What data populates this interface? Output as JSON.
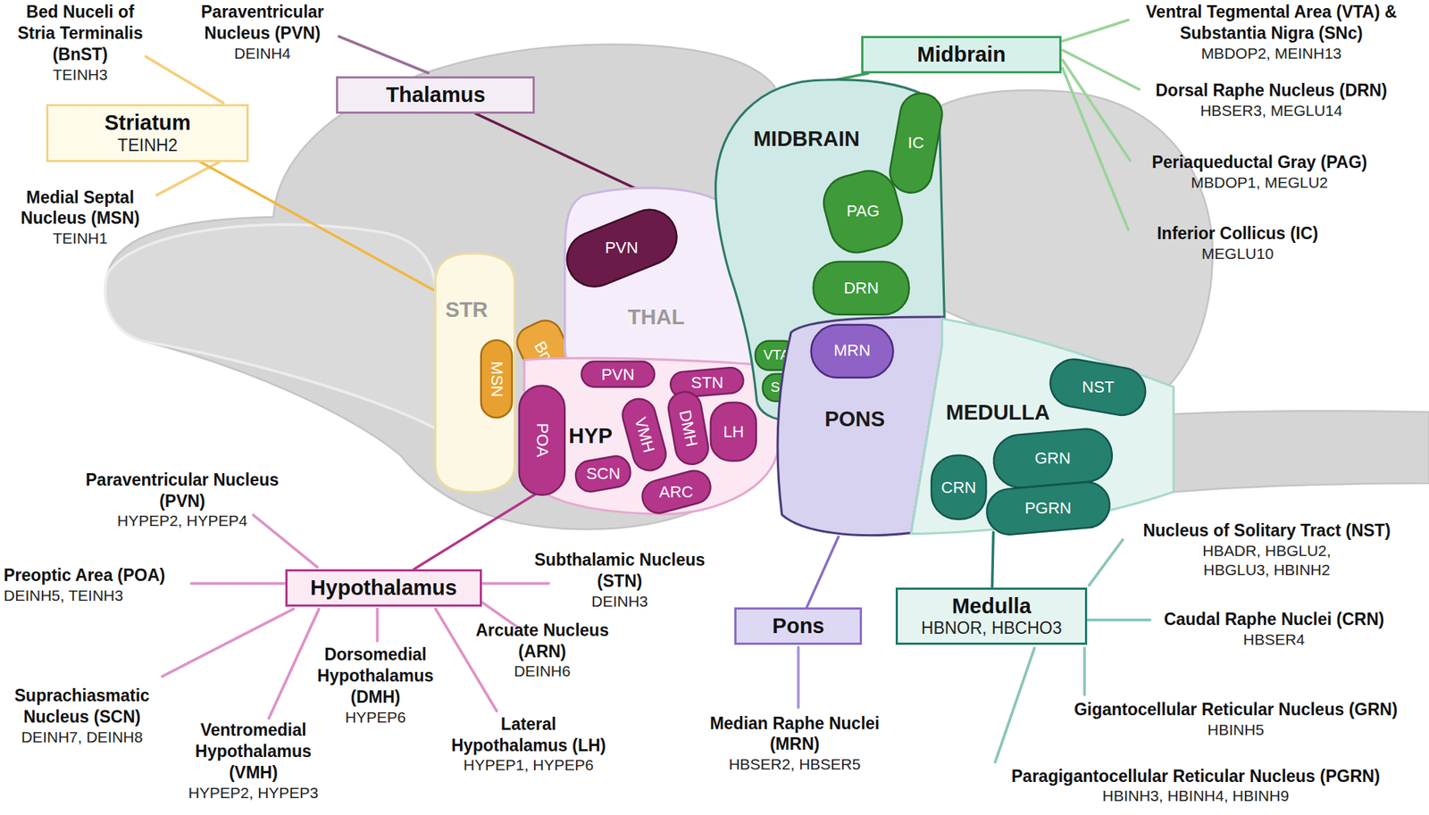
{
  "diagram": {
    "nodes": [
      {
        "text": [
          "Striatum",
          "TEINH2"
        ]
      },
      {
        "text": [
          "Thalamus"
        ]
      },
      {
        "text": [
          "Midbrain"
        ]
      },
      {
        "text": [
          "STR"
        ]
      },
      {
        "text": [
          "MSN"
        ],
        "in": 3
      },
      {
        "text": [
          "BnST"
        ]
      },
      {
        "text": [
          "THAL"
        ]
      },
      {
        "text": [
          "PVN"
        ],
        "in": 6
      },
      {
        "text": [
          "HYP"
        ]
      },
      {
        "text": [
          "POA"
        ],
        "in": 8
      },
      {
        "text": [
          "PVN"
        ],
        "in": 8
      },
      {
        "text": [
          "STN"
        ],
        "in": 8
      },
      {
        "text": [
          "VMH"
        ],
        "in": 8
      },
      {
        "text": [
          "DMH"
        ],
        "in": 8
      },
      {
        "text": [
          "LH"
        ],
        "in": 8
      },
      {
        "text": [
          "SCN"
        ],
        "in": 8
      },
      {
        "text": [
          "ARC"
        ],
        "in": 8
      },
      {
        "text": [
          "MIDBRAIN"
        ]
      },
      {
        "text": [
          "IC"
        ],
        "in": 17
      },
      {
        "text": [
          "PAG"
        ],
        "in": 17
      },
      {
        "text": [
          "DRN"
        ],
        "in": 17
      },
      {
        "text": [
          "VTA"
        ],
        "in": 17
      },
      {
        "text": [
          "SNc"
        ],
        "in": 17
      },
      {
        "text": [
          "PONS"
        ]
      },
      {
        "text": [
          "MRN"
        ],
        "in": 23
      },
      {
        "text": [
          "MEDULLA"
        ]
      },
      {
        "text": [
          "NST"
        ],
        "in": 25
      },
      {
        "text": [
          "GRN"
        ],
        "in": 25
      },
      {
        "text": [
          "CRN"
        ],
        "in": 25
      },
      {
        "text": [
          "PGRN"
        ],
        "in": 25
      },
      {
        "text": [
          "Hypothalamus"
        ]
      },
      {
        "text": [
          "Pons"
        ]
      },
      {
        "text": [
          "Medulla",
          "HBNOR, HBCHO3"
        ]
      }
    ],
    "edges": [
      {
        "from": 0,
        "to": 3,
        "arrow": "none"
      },
      {
        "from": 1,
        "to": 6,
        "arrow": "none"
      },
      {
        "from": 2,
        "to": 17,
        "arrow": "none"
      },
      {
        "from": 30,
        "to": 8,
        "arrow": "none"
      },
      {
        "from": 31,
        "to": 23,
        "arrow": "none"
      },
      {
        "from": 32,
        "to": 25,
        "arrow": "none"
      }
    ],
    "labels": [
      "Bed Nuceli of Stria Terminalis (BnST)",
      "TEINH3",
      "Paraventricular Nucleus (PVN)",
      "DEINH4",
      "Medial Septal Nucleus (MSN)",
      "TEINH1",
      "Ventral Tegmental Area (VTA) & Substantia Nigra (SNc)",
      "MBDOP2, MEINH13",
      "Dorsal Raphe Nucleus (DRN)",
      "HBSER3, MEGLU14",
      "Periaqueductal Gray (PAG)",
      "MBDOP1, MEGLU2",
      "Inferior Collicus (IC)",
      "MEGLU10",
      "Paraventricular Nucleus (PVN)",
      "HYPEP2, HYPEP4",
      "Preoptic Area (POA)",
      "DEINH5, TEINH3",
      "Subthalamic Nucleus (STN)",
      "DEINH3",
      "Arcuate Nucleus (ARN)",
      "DEINH6",
      "Suprachiasmatic Nucleus (SCN)",
      "DEINH7, DEINH8",
      "Dorsomedial Hypothalamus (DMH)",
      "HYPEP6",
      "Ventromedial Hypothalamus (VMH)",
      "HYPEP2, HYPEP3",
      "Lateral Hypothalamus (LH)",
      "HYPEP1, HYPEP6",
      "Median Raphe Nuclei (MRN)",
      "HBSER2, HBSER5",
      "Nucleus of Solitary Tract (NST)",
      "HBADR, HBGLU2, HBGLU3, HBINH2",
      "Caudal Raphe Nuclei (CRN)",
      "HBSER4",
      "Gigantocellular Reticular Nucleus (GRN)",
      "HBINH5",
      "Paragigantocellular Reticular Nucleus (PGRN)",
      "HBINH3, HBINH4, HBINH9"
    ]
  }
}
